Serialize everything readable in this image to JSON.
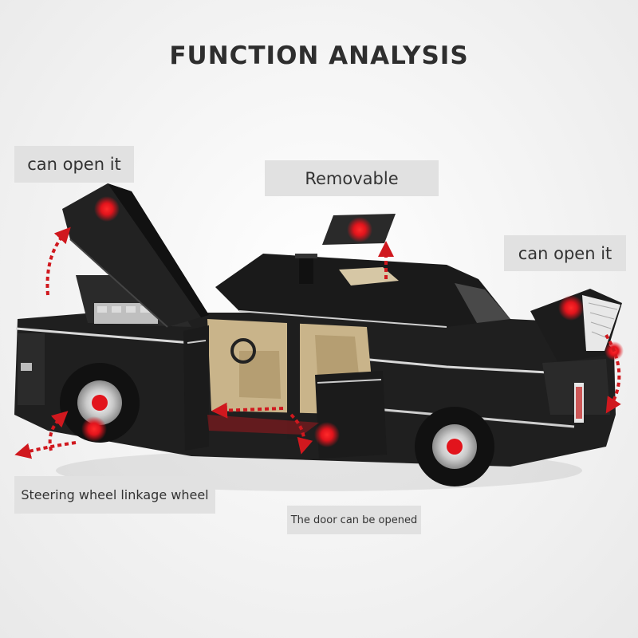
{
  "title": "FUNCTION ANALYSIS",
  "labels": {
    "hood": "can open it",
    "roof_panel": "Removable",
    "trunk": "can open it",
    "steering": "Steering wheel linkage wheel",
    "door": "The door can be opened"
  },
  "colors": {
    "background": "#f2f2f2",
    "label_background": "#e1e1e1",
    "title_text": "#2e2e2e",
    "car_body": "#1c1c1c",
    "interior": "#c9b48a",
    "marker_red": "#e2141c"
  },
  "image": {
    "subject": "black brick-built limousine with hood, doors and trunk open, removable roof panel"
  }
}
